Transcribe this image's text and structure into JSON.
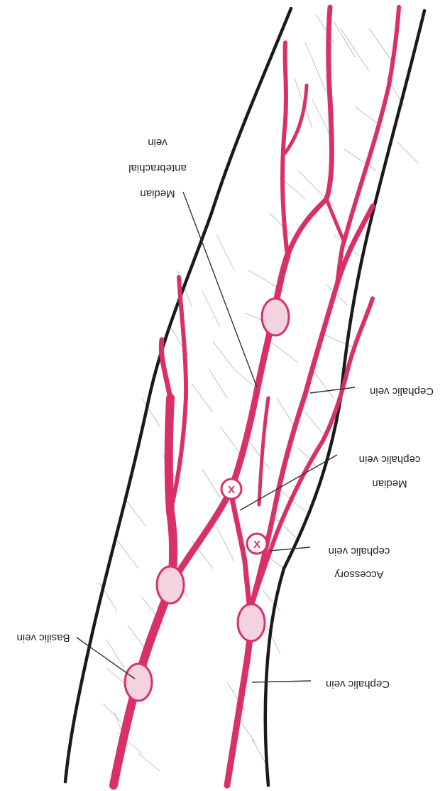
{
  "diagram": {
    "labels": {
      "median_antebrachial_line1": "Median",
      "median_antebrachial_line2": "antebrachial",
      "median_antebrachial_line3": "vein",
      "cephalic_upper": "Cephalic vein",
      "median_cephalic_line1": "Median",
      "median_cephalic_line2": "cephalic vein",
      "accessory_cephalic_line1": "Accessory",
      "accessory_cephalic_line2": "cephalic vein",
      "basilic": "Basilic vein",
      "cephalic_lower": "Cephalic vein",
      "avoid_mark": "X"
    },
    "colors": {
      "vein": "#d9306a",
      "vein_site_fill": "#f3d3e0",
      "skin_outline": "#1a1a1a",
      "hatching": "#9aa0a8"
    },
    "orientation": "image rotated 180 degrees (text appears upside down)"
  }
}
